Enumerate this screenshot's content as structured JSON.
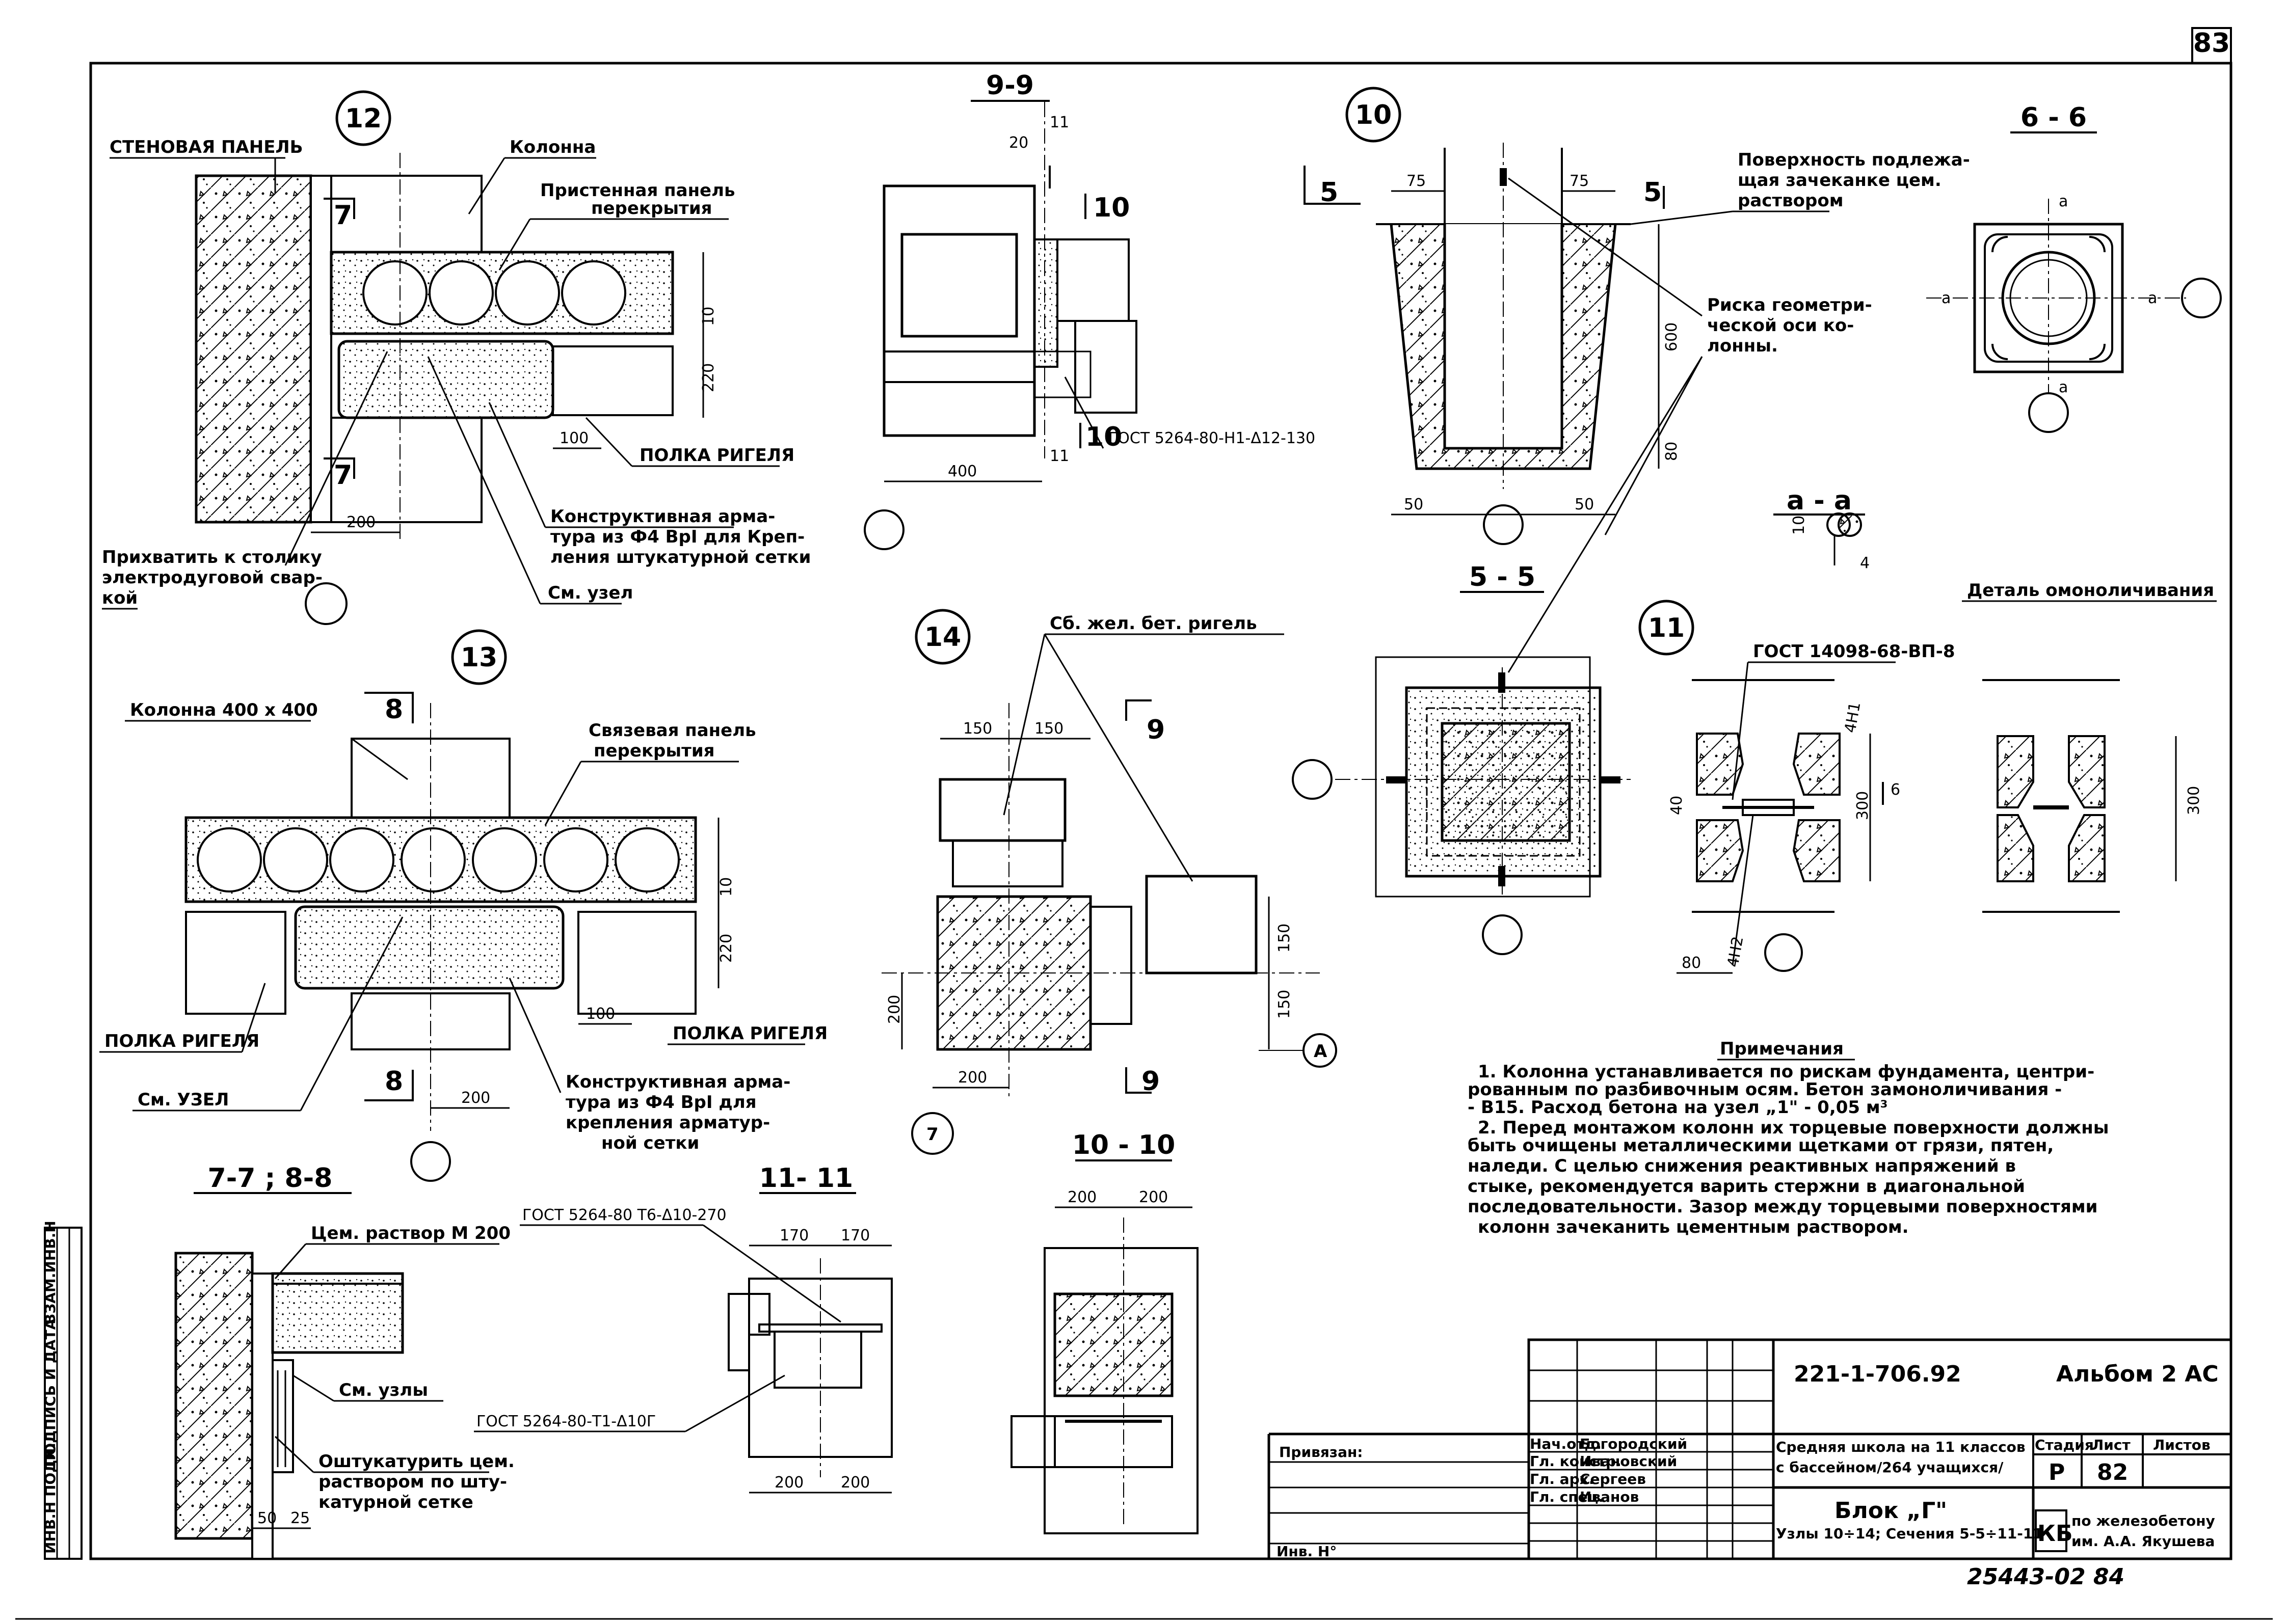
{
  "sheet": {
    "corner_number": "83",
    "bottom_stamp": "25443-02  84"
  },
  "sidebar_stamp": [
    "ИНВ.Н ПОДЛ.",
    "ПОДПИСЬ И ДАТА",
    "ВЗАМ.ИНВ.Н"
  ],
  "node12": {
    "number": "12",
    "wall_panel": "СТЕНОВАЯ ПАНЕЛЬ",
    "column": "Колонна",
    "slab_panel_1": "Пристенная  панель",
    "slab_panel_2": "перекрытия",
    "section_mark": "7",
    "d10": "10",
    "d220": "220",
    "d100": "100",
    "d200": "200",
    "girder_shelf": "ПОЛКА  РИГЕЛЯ",
    "rebar_1": "Конструктивная арма-",
    "rebar_2": "тура из Ф4 ВрI для Креп-",
    "rebar_3": "ления штукатурной сетки",
    "weld_1": "Прихватить к столику",
    "weld_2": "электродуговой свар-",
    "weld_3": "кой",
    "see_node": "См.  узел"
  },
  "sec99": {
    "title": "9-9",
    "d20": "20",
    "d11a": "11",
    "d10a": "10",
    "d10b": "10",
    "gost": "ГОСТ 5264-80-Н1-Δ12-130",
    "d400": "400",
    "d11b": "11"
  },
  "node10": {
    "number": "10",
    "mark5a": "5",
    "mark5b": "5",
    "d75a": "75",
    "d75b": "75",
    "d600": "600",
    "d50a": "50",
    "d50b": "50",
    "d80": "80",
    "surface_1": "Поверхность подлежа-",
    "surface_2": "щая зачеканке цем.",
    "surface_3": "раствором",
    "axis_1": "Риска геометри-",
    "axis_2": "ческой оси ко-",
    "axis_3": "лонны."
  },
  "sec66": {
    "title": "6 - 6",
    "a_mark": "а"
  },
  "secaa": {
    "title": "а - а",
    "d10": "10",
    "d4": "4"
  },
  "detail_mono": {
    "title": "Деталь омоноличивания",
    "d300": "300"
  },
  "node11": {
    "number": "11",
    "gost": "ГОСТ 14098-68-ВП-8",
    "d4h1": "4Н1",
    "d4h2": "4Н2",
    "d40": "40",
    "d300": "300",
    "mark6": "6",
    "d80": "80"
  },
  "sec55": {
    "title": "5 - 5"
  },
  "node13": {
    "number": "13",
    "column": "Колонна  400 х 400",
    "section_mark": "8",
    "slab_1": "Связевая  панель",
    "slab_2": "перекрытия",
    "d10": "10",
    "d220": "220",
    "d100": "100",
    "d200": "200",
    "shelf_left": "ПОЛКА РИГЕЛЯ",
    "shelf_right": "ПОЛКА  РИГЕЛЯ",
    "see_node": "См.  УЗЕЛ",
    "rebar_1": "Конструктивная арма-",
    "rebar_2": "тура из Ф4 ВрI для",
    "rebar_3": "крепления арматур-",
    "rebar_4": "ной  сетки"
  },
  "node14": {
    "number": "14",
    "girder": "Сб. жел. бет. ригель",
    "d150a": "150",
    "d150b": "150",
    "d150c": "150",
    "d150d": "150",
    "d200a": "200",
    "d200b": "200",
    "mark9": "9",
    "axis_a": "А",
    "axis_7": "7"
  },
  "sec77": {
    "title": "7-7 ; 8-8",
    "mortar": "Цем. раствор М 200",
    "see_nodes": "См. узлы",
    "plaster_1": "Оштукатурить цем.",
    "plaster_2": "раствором  по шту-",
    "plaster_3": "катурной  сетке",
    "d50": "50",
    "d25": "25"
  },
  "sec1111": {
    "title": "11- 11",
    "gost_top": "ГОСТ 5264-80 Т6-Δ10-270",
    "gost_bottom": "ГОСТ 5264-80-Т1-Δ10Г",
    "d170a": "170",
    "d170b": "170",
    "d200a": "200",
    "d200b": "200"
  },
  "sec1010": {
    "title": "10 - 10",
    "d200a": "200",
    "d200b": "200"
  },
  "notes": {
    "heading": "Примечания",
    "lines": [
      "1. Колонна  устанавливается по рискам фундамента, центри-",
      "рованным по разбивочным осям.  Бетон замоноличивания -",
      "- В15.  Расход  бетона  на узел „1\" - 0,05 м³",
      "2. Перед монтажом колонн их торцевые поверхности должны",
      "быть очищены металлическими щетками от грязи, пятен,",
      "наледи. С целью  снижения  реактивных напряжений  в",
      "стыке, рекомендуется варить стержни в диагональной",
      "последовательности. Зазор  между торцевыми поверхностями",
      "колонн  зачеканить  цементным  раствором."
    ]
  },
  "titleblock": {
    "doc_code": "221-1-706.92",
    "album": "Альбом 2 АС",
    "bound": "Привязан:",
    "inv": "Инв. Н°",
    "roles": [
      "Нач.отд.",
      "Гл. констр.",
      "Гл. арх.",
      "Гл. спец."
    ],
    "names": [
      "Богородский",
      "Ивановский",
      "Сергеев",
      "Иванов"
    ],
    "project_1": "Средняя школа на 11 классов",
    "project_2": "с бассейном/264 учащихся/",
    "stage_h": "Стадия",
    "sheet_h": "Лист",
    "sheets_h": "Листов",
    "stage": "Р",
    "sheet": "82",
    "block_1": "Блок „Г\"",
    "block_2": "Узлы 10÷14; Сечения 5-5÷11-11",
    "org_logo": "КБ",
    "org_1": "по железобетону",
    "org_2": "им. А.А. Якушева"
  }
}
